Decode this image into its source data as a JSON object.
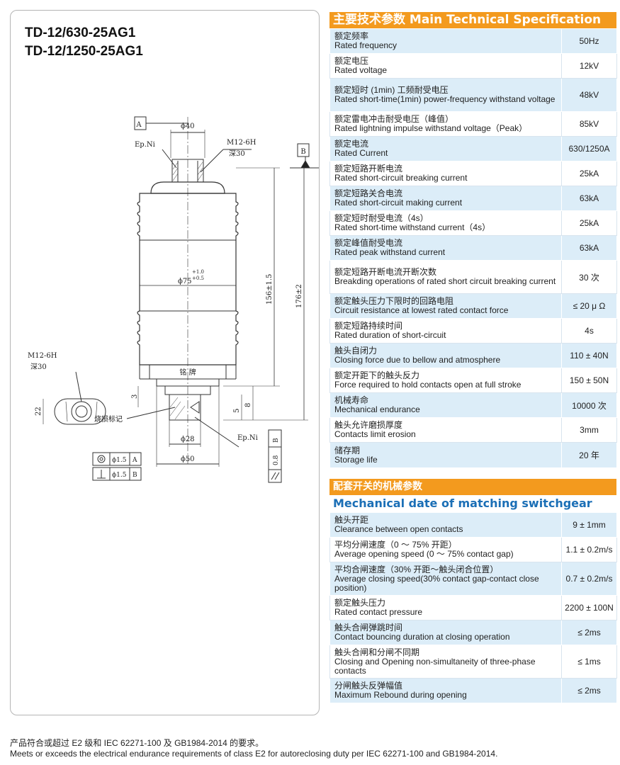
{
  "models": [
    "TD-12/630-25AG1",
    "TD-12/1250-25AG1"
  ],
  "drawing": {
    "datum_a": "A",
    "datum_b": "B",
    "phi40": "ϕ40",
    "ep_ni_top": "Ep.Ni",
    "m12_top": "M12-6H",
    "depth_top": "深30",
    "phi75": "ϕ75",
    "phi75_tol_up": "+1.0",
    "phi75_tol_low": "+0.5",
    "dim156": "156±1.5",
    "dim176": "176±2",
    "nameplate": "铭    牌",
    "m12_side": "M12-6H",
    "depth_side": "深30",
    "dim22": "22",
    "dim3": "3",
    "dim5": "5",
    "dim8": "8",
    "burn_mark": "烧损标记",
    "phi28": "ϕ28",
    "ep_ni_bottom": "Ep.Ni",
    "phi50": "ϕ50",
    "tol_conc": "ϕ1.5",
    "tol_conc_ref": "A",
    "tol_perp": "ϕ1.5",
    "tol_perp_ref": "B",
    "flat_val": "0.8",
    "flat_ref": "B"
  },
  "spec": {
    "title": "主要技术参数 Main Technical Specification",
    "rows": [
      {
        "zh": "额定频率",
        "en": "Rated frequency",
        "value": "50Hz"
      },
      {
        "zh": "额定电压",
        "en": "Rated voltage",
        "value": "12kV"
      },
      {
        "zh": "额定短时 (1min) 工频耐受电压",
        "en": "Rated short-time(1min) power-frequency withstand voltage",
        "value": "48kV"
      },
      {
        "zh": "额定雷电冲击耐受电压（峰值）",
        "en": "Rated lightning impulse withstand voltage（Peak）",
        "value": "85kV"
      },
      {
        "zh": "额定电流",
        "en": "Rated Current",
        "value": "630/1250A"
      },
      {
        "zh": "额定短路开断电流",
        "en": "Rated short-circuit breaking current",
        "value": "25kA"
      },
      {
        "zh": "额定短路关合电流",
        "en": "Rated short-circuit making current",
        "value": "63kA"
      },
      {
        "zh": "额定短时耐受电流（4s）",
        "en": "Rated short-time withstand current（4s）",
        "value": "25kA"
      },
      {
        "zh": "额定峰值耐受电流",
        "en": "Rated peak withstand current",
        "value": "63kA"
      },
      {
        "zh": "额定短路开断电流开断次数",
        "en": "Breakding operations of rated short circuit breaking current",
        "value": "30 次"
      },
      {
        "zh": "额定触头压力下限时的回路电阻",
        "en": "Circuit resistance at lowest rated contact force",
        "value": "≤ 20 μ Ω"
      },
      {
        "zh": "额定短路持续时间",
        "en": "Rated duration of short-circuit",
        "value": "4s"
      },
      {
        "zh": "触头自闭力",
        "en": "Closing force due to bellow and atmosphere",
        "value": "110 ± 40N"
      },
      {
        "zh": "额定开距下的触头反力",
        "en": "Force required to hold contacts open at full stroke",
        "value": "150 ± 50N"
      },
      {
        "zh": "机械寿命",
        "en": "Mechanical endurance",
        "value": "10000 次"
      },
      {
        "zh": "触头允许磨损厚度",
        "en": "Contacts limit erosion",
        "value": "3mm"
      },
      {
        "zh": "储存期",
        "en": "Storage life",
        "value": "20 年"
      }
    ]
  },
  "mech": {
    "title_zh": "配套开关的机械参数",
    "title_en": "Mechanical date of matching switchgear",
    "rows": [
      {
        "zh": "触头开距",
        "en": "Clearance between open contacts",
        "value": "9 ± 1mm"
      },
      {
        "zh": "平均分闸速度（0 ～ 75% 开距）",
        "en": "Average opening speed (0 ～ 75% contact gap)",
        "value": "1.1 ± 0.2m/s"
      },
      {
        "zh": "平均合闸速度（30% 开距～触头闭合位置）",
        "en": "Average closing speed(30% contact gap-contact close position)",
        "value": "0.7 ± 0.2m/s"
      },
      {
        "zh": "额定触头压力",
        "en": "Rated contact pressure",
        "value": "2200 ± 100N"
      },
      {
        "zh": "触头合闸弹跳时间",
        "en": "Contact bouncing duration at closing operation",
        "value": "≤ 2ms"
      },
      {
        "zh": "触头合闸和分闸不同期",
        "en": "Closing and Opening non-simultaneity of three-phase contacts",
        "value": "≤ 1ms"
      },
      {
        "zh": "分闸触头反弹幅值",
        "en": "Maximum Rebound during opening",
        "value": "≤ 2ms"
      }
    ]
  },
  "footnote": {
    "zh": "产品符合或超过 E2 级和 IEC 62271-100 及 GB1984-2014 的要求。",
    "en": "Meets or exceeds the electrical endurance requirements of class E2 for autoreclosing duty per IEC 62271-100 and GB1984-2014."
  }
}
